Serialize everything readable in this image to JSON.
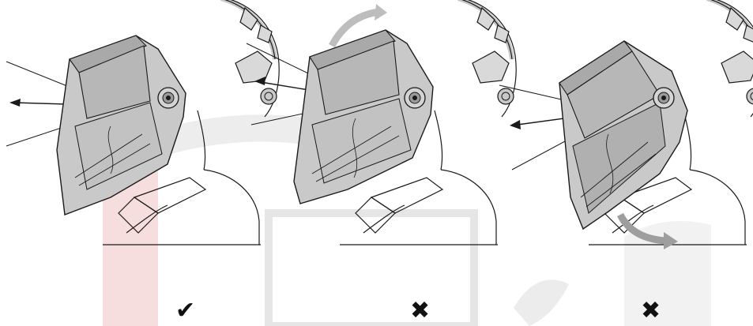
{
  "panels": [
    {
      "verdict": "correct",
      "mark": "✔"
    },
    {
      "verdict": "incorrect",
      "mark": "✖"
    },
    {
      "verdict": "incorrect",
      "mark": "✖"
    }
  ],
  "colors": {
    "shell": "#c9c9c9",
    "shell_dark": "#a9a9a9",
    "lens": "#b7b7b7",
    "outline": "#1a1a1a",
    "rotation_arrow": "#bdbdbd",
    "watermark_red": "#f6dede",
    "watermark_gray": "#ededed"
  }
}
